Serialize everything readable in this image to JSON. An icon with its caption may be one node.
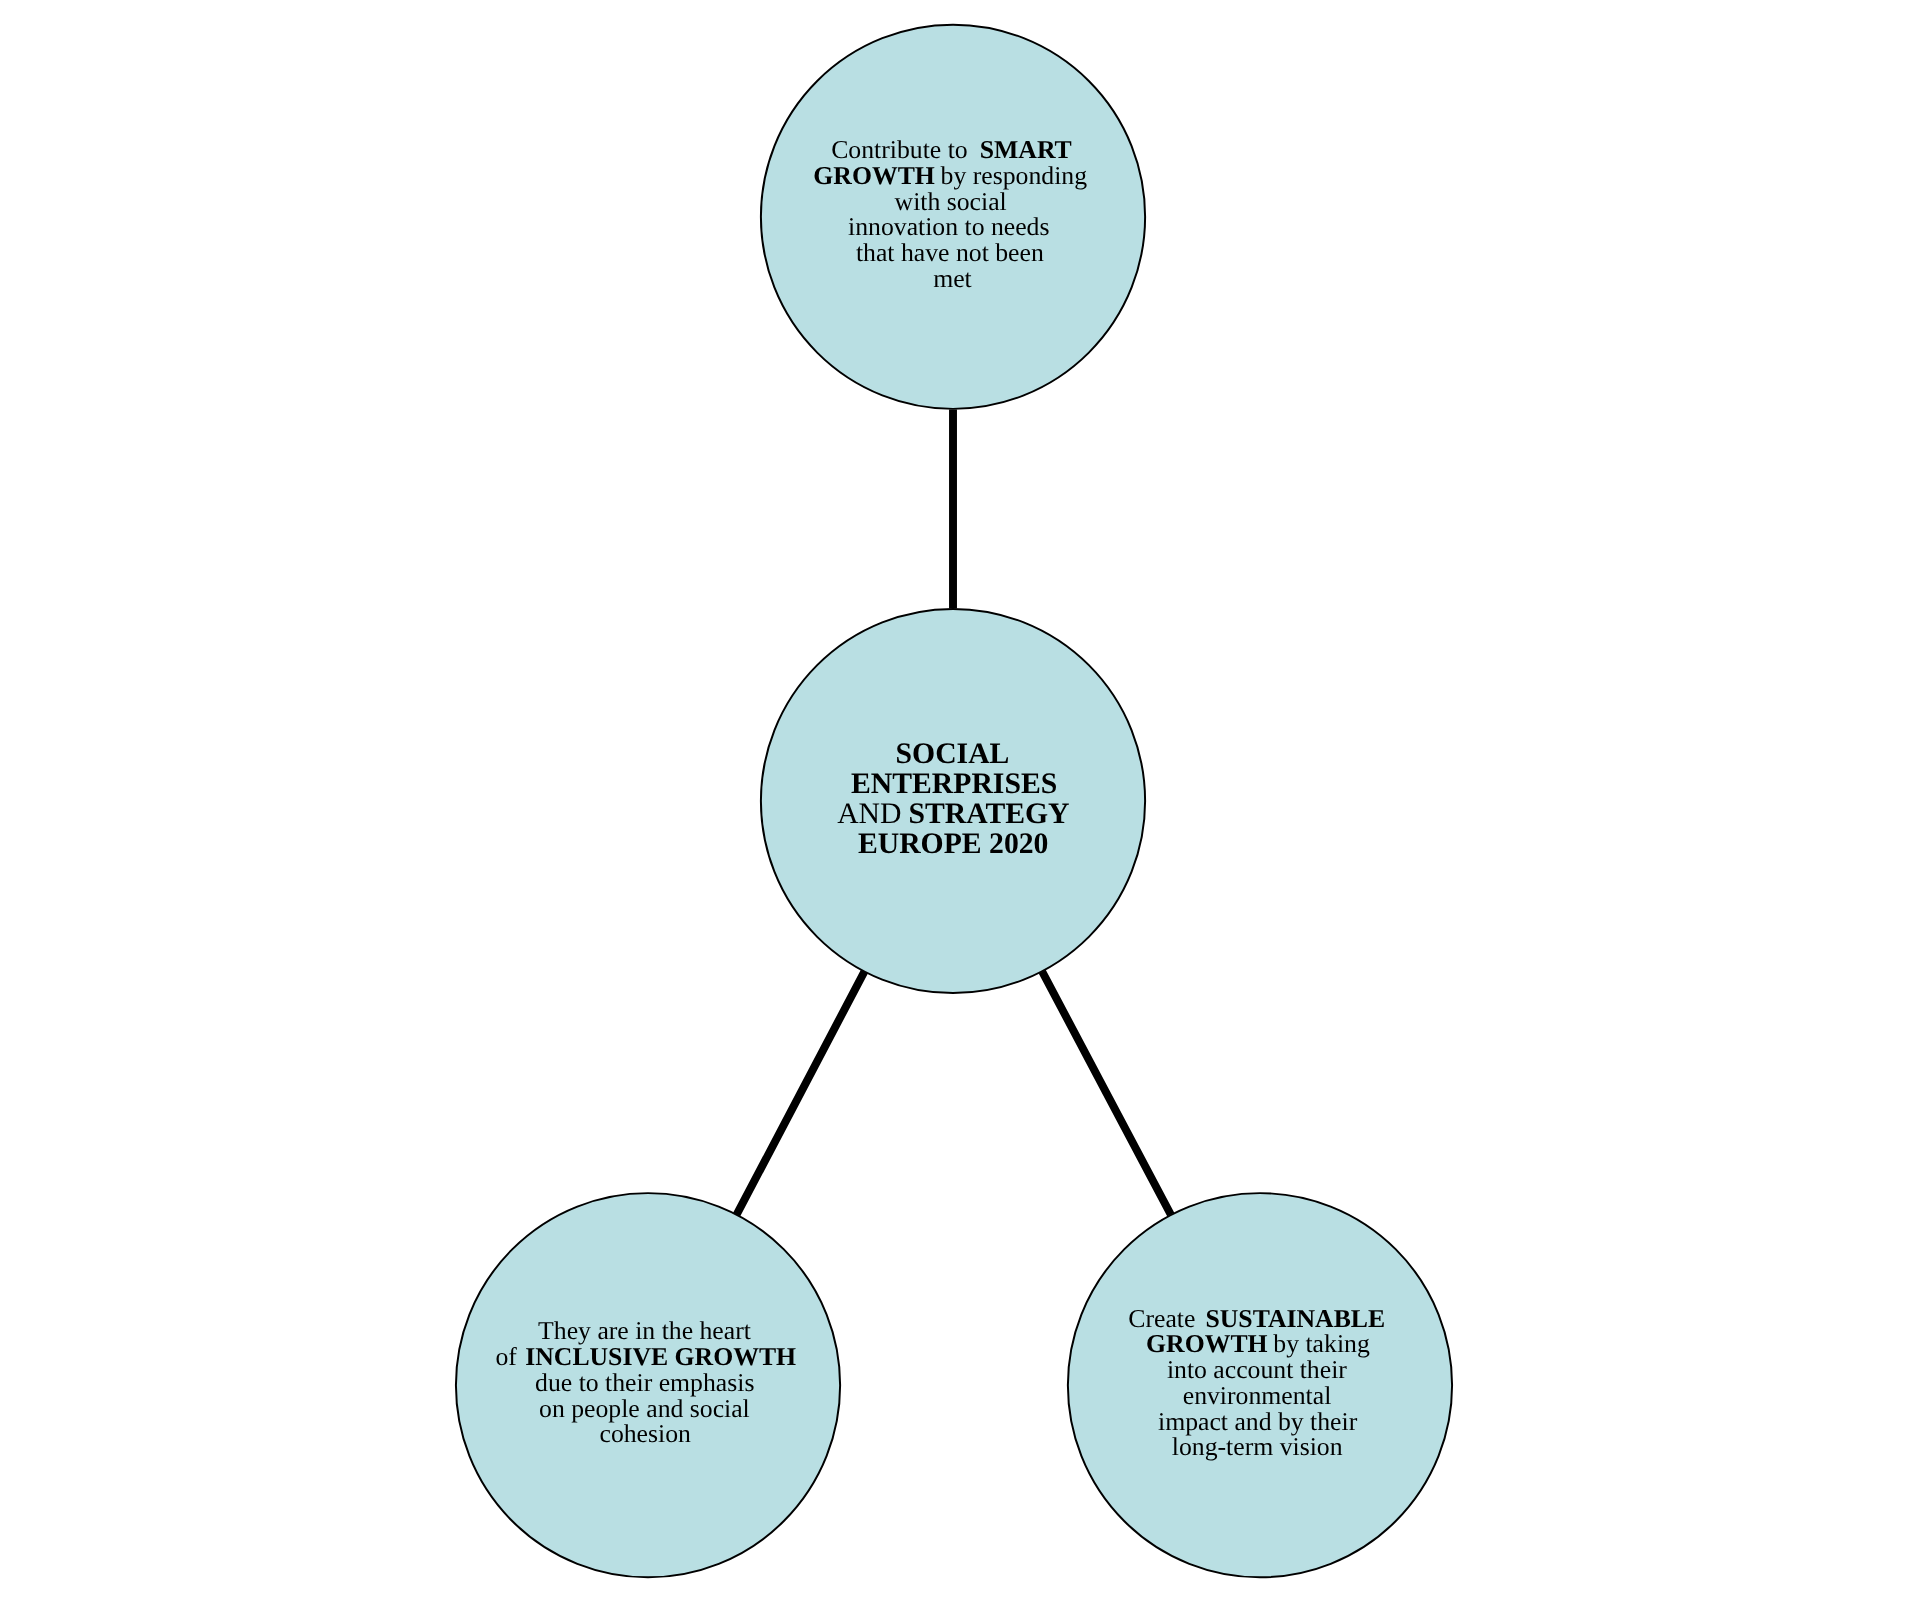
{
  "diagram": {
    "nodes": [
      {
        "text": [
          "Contribute to **SMART GROWTH** by responding with social innovation to needs that have not been met"
        ]
      },
      {
        "text": [
          "**SOCIAL ENTERPRISES** AND **STRATEGY EUROPE 2020**"
        ]
      },
      {
        "text": [
          "They are in the heart of **INCLUSIVE GROWTH** due to their emphasis on people and social cohesion"
        ]
      },
      {
        "text": [
          "Create **SUSTAINABLE GROWTH** by taking into account their environmental impact and by their long-term vision"
        ]
      }
    ],
    "edges": [
      {
        "from": 0,
        "to": 1,
        "arrow": "none"
      },
      {
        "from": 1,
        "to": 2,
        "arrow": "none"
      },
      {
        "from": 1,
        "to": 3,
        "arrow": "none"
      }
    ]
  }
}
